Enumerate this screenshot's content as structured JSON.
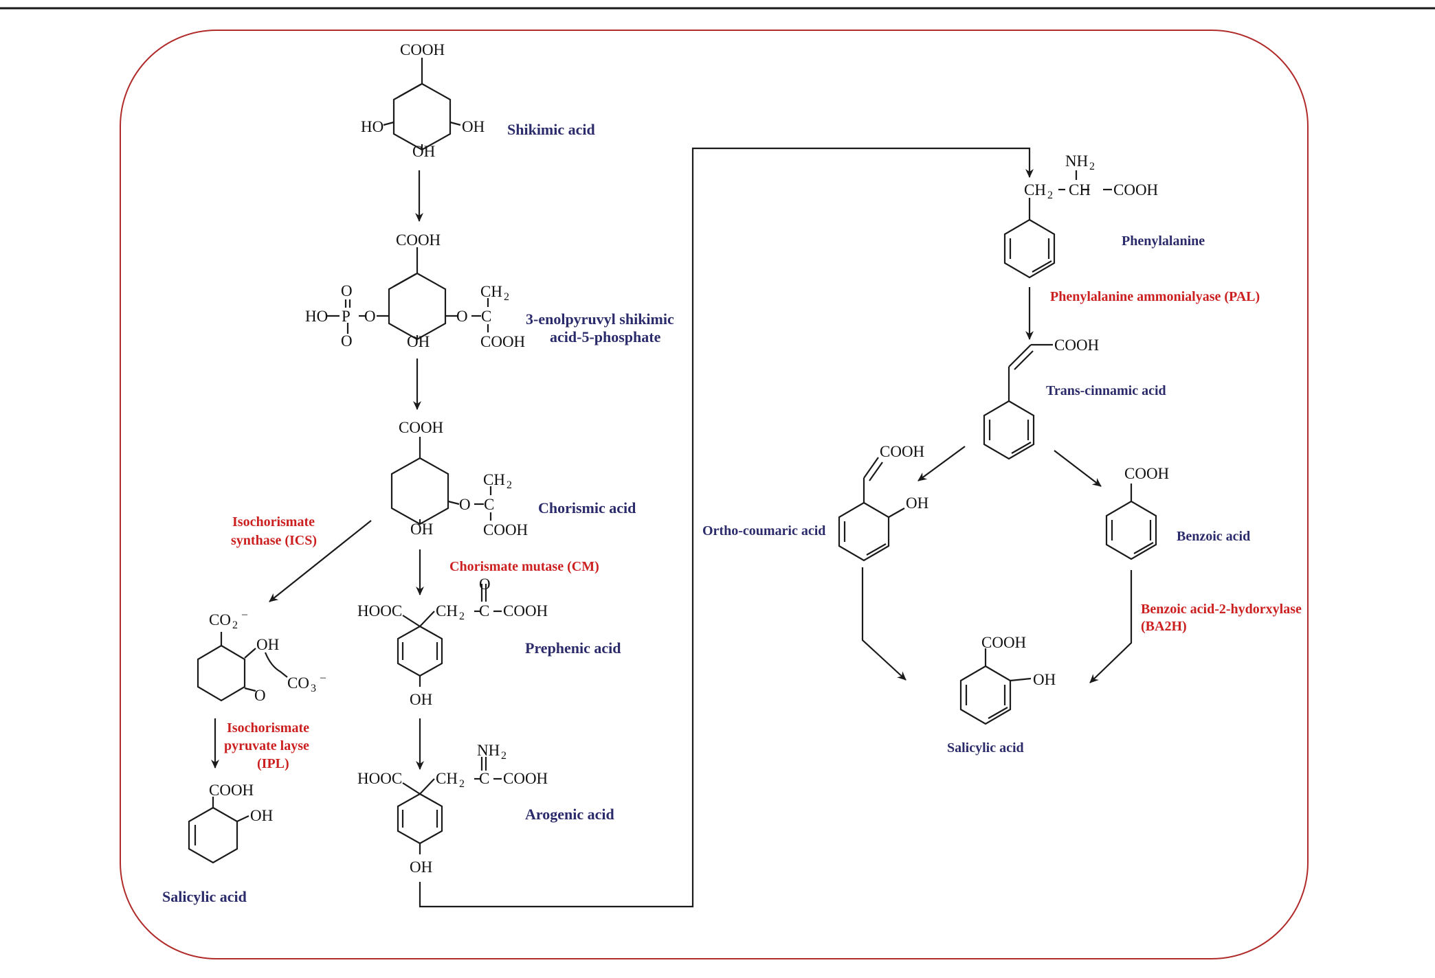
{
  "colors": {
    "compound_label": "#2b2b6b",
    "enzyme_label": "#cc2020",
    "frame": "#b02a2a"
  },
  "compounds": {
    "shikimic": "Shikimic acid",
    "enolpyruvyl_line1": "3-enolpyruvyl shikimic",
    "enolpyruvyl_line2": "acid-5-phosphate",
    "chorismic": "Chorismic acid",
    "prephenic": "Prephenic acid",
    "arogenic": "Arogenic acid",
    "salicylic_left": "Salicylic acid",
    "phenylalanine": "Phenylalanine",
    "trans_cinnamic": "Trans-cinnamic acid",
    "ortho_coumaric": "Ortho-coumaric acid",
    "benzoic": "Benzoic acid",
    "salicylic_right": "Salicylic acid"
  },
  "enzymes": {
    "ics_line1": "Isochorismate",
    "ics_line2": "synthase (ICS)",
    "cm": "Chorismate mutase (CM)",
    "ipl_line1": "Isochorismate",
    "ipl_line2": "pyruvate layse",
    "ipl_line3": "(IPL)",
    "pal": "Phenylalanine ammonialyase (PAL)",
    "ba2h_line1": "Benzoic acid-2-hydorxylase",
    "ba2h_line2": "(BA2H)"
  },
  "groups": {
    "cooh": "COOH",
    "oh": "OH",
    "ho": "HO",
    "hooc": "HOOC",
    "o": "O",
    "c": "C",
    "ch": "CH",
    "p": "P",
    "hop": "HO",
    "o_ep": "O",
    "ch2": "CH",
    "nh2": "NH",
    "co2": "CO",
    "co3": "CO",
    "minus": "–",
    "sub2": "2",
    "sub3": "3",
    "dash": "—"
  }
}
